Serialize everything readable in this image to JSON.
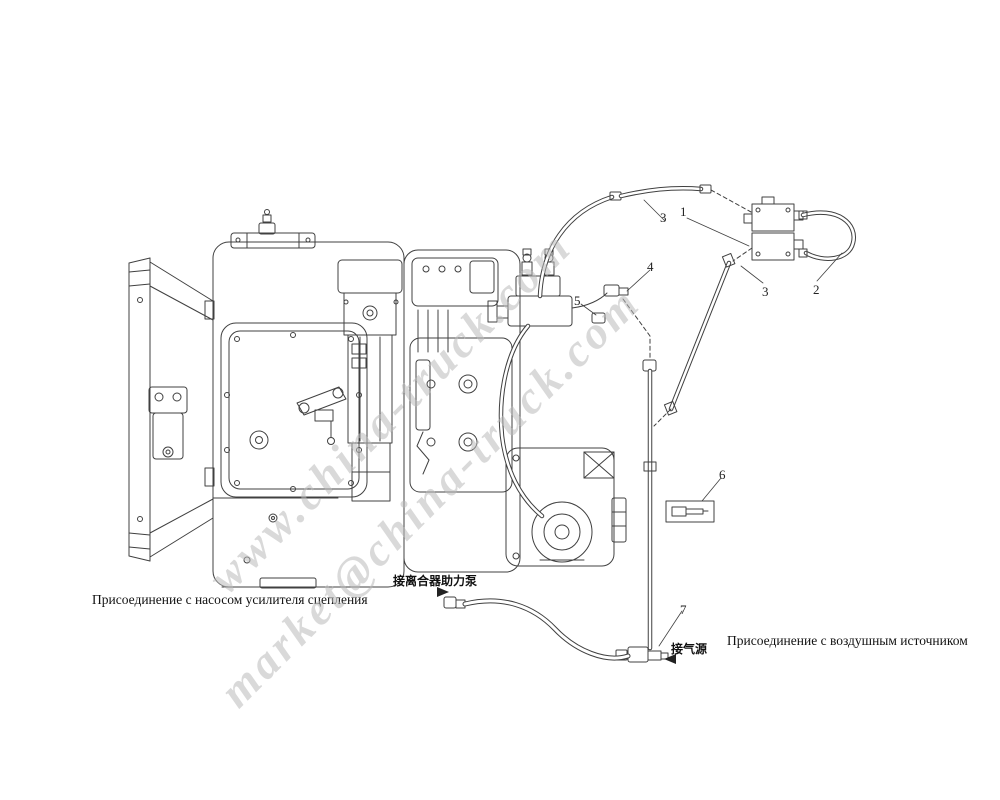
{
  "labels": {
    "clutch_pump_ru": "Присоединение с насосом усилителя сцепления",
    "clutch_pump_zh": "接离合器助力泵",
    "air_source_zh": "接气源",
    "air_source_ru": "Присоединение с воздушным источником"
  },
  "callouts": {
    "c3a": "3",
    "c1": "1",
    "c4": "4",
    "c5": "5",
    "c3b": "3",
    "c2": "2",
    "c6": "6",
    "c7": "7"
  },
  "watermark": {
    "line1": "www.china-truck.com",
    "line2": "market@china-truck.com"
  },
  "colors": {
    "line": "#404040",
    "background": "#ffffff",
    "watermark": "#bababa"
  }
}
